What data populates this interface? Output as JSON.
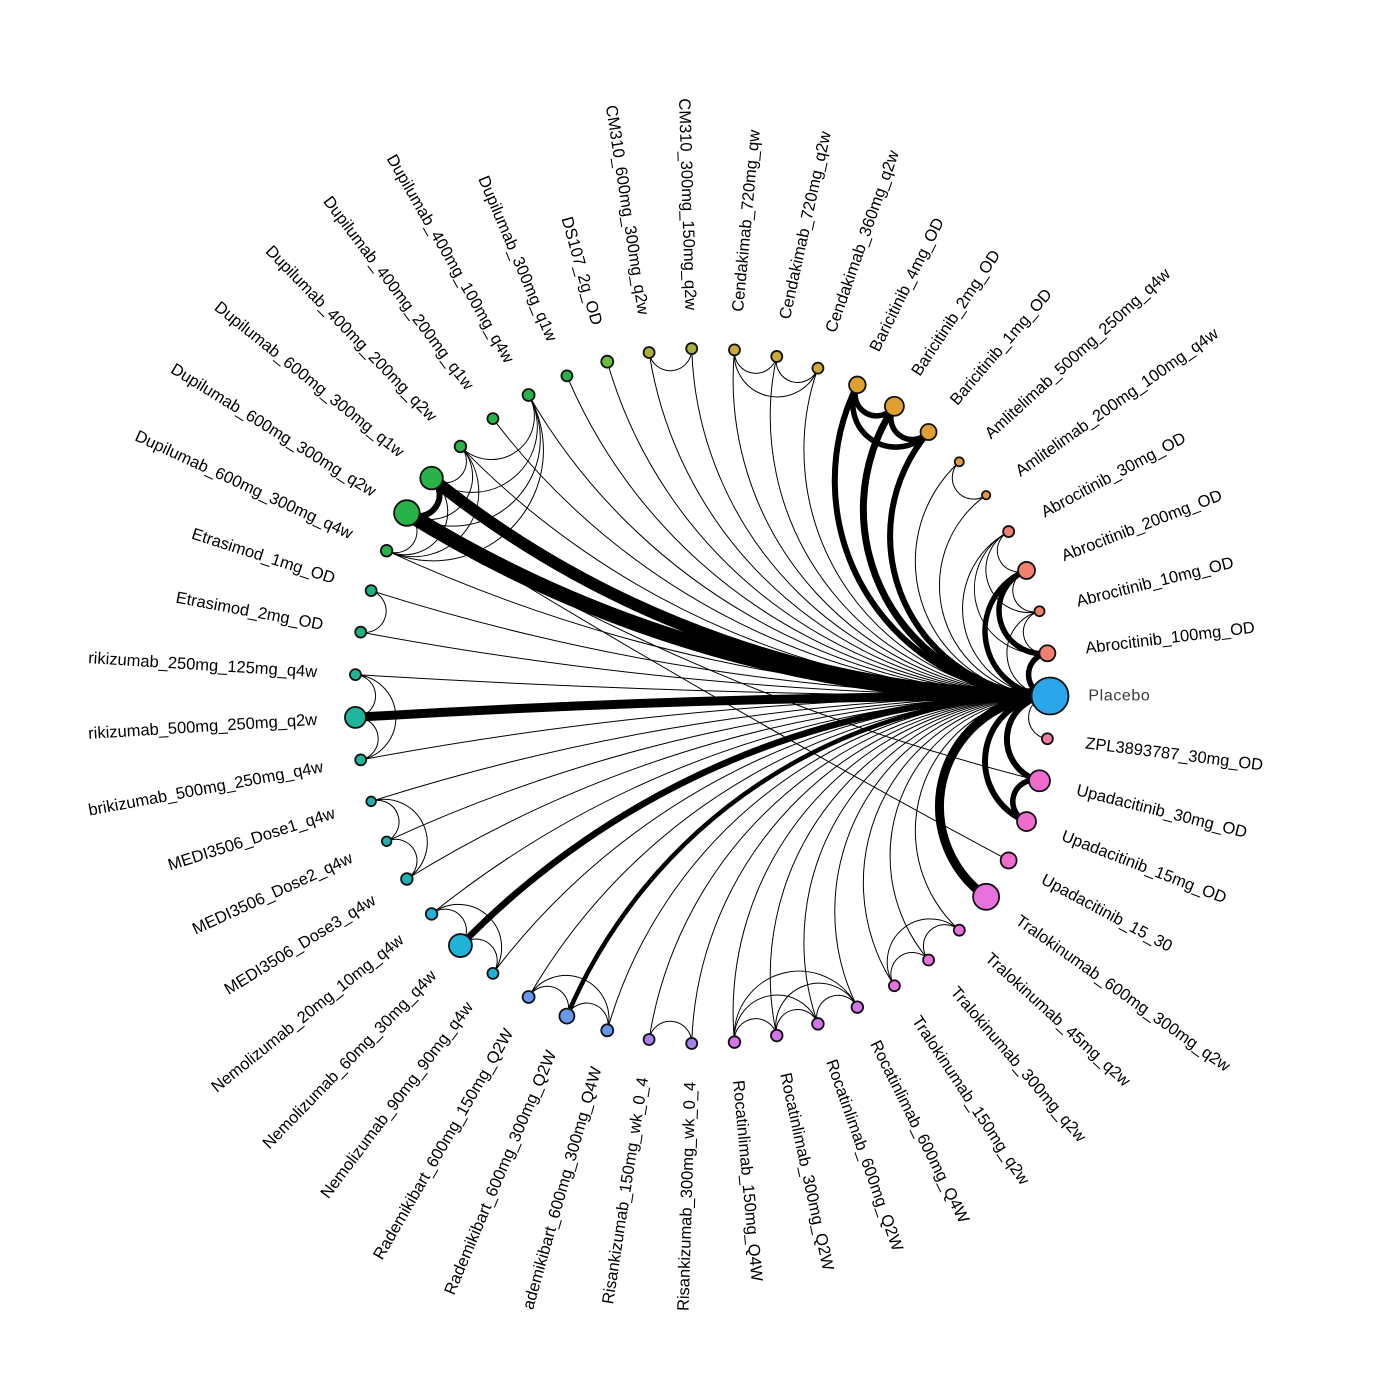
{
  "chart_data": {
    "type": "network",
    "title": "",
    "layout": {
      "shape": "circle",
      "center": [
        702.4,
        696
      ],
      "radius": 347.6,
      "label_radius": 386,
      "start_angle": 0,
      "clip": [
        88,
        88,
        1224,
        1224
      ]
    },
    "nodes": [
      {
        "id": "Placebo",
        "label": "Placebo",
        "color": "#2BA6EA",
        "size": 18.5,
        "reference": true
      },
      {
        "id": "Abrocitinib_100mg_OD",
        "label": "Abrocitinib_100mg_OD",
        "color": "#F2806E",
        "size": 8
      },
      {
        "id": "Abrocitinib_10mg_OD",
        "label": "Abrocitinib_10mg_OD",
        "color": "#F2806E",
        "size": 5
      },
      {
        "id": "Abrocitinib_200mg_OD",
        "label": "Abrocitinib_200mg_OD",
        "color": "#F2806E",
        "size": 8.5
      },
      {
        "id": "Abrocitinib_30mg_OD",
        "label": "Abrocitinib_30mg_OD",
        "color": "#F2806E",
        "size": 5.5
      },
      {
        "id": "Amlitelimab_200mg_100mg_q4w",
        "label": "Amlitelimab_200mg_100mg_q4w",
        "color": "#E39A45",
        "size": 4.2
      },
      {
        "id": "Amlitelimab_500mg_250mg_q4w",
        "label": "Amlitelimab_500mg_250mg_q4w",
        "color": "#E39A45",
        "size": 4.5
      },
      {
        "id": "Baricitinib_1mg_OD",
        "label": "Baricitinib_1mg_OD",
        "color": "#DFA030",
        "size": 8
      },
      {
        "id": "Baricitinib_2mg_OD",
        "label": "Baricitinib_2mg_OD",
        "color": "#DFA030",
        "size": 9.5
      },
      {
        "id": "Baricitinib_4mg_OD",
        "label": "Baricitinib_4mg_OD",
        "color": "#DFA030",
        "size": 8.3
      },
      {
        "id": "Cendakimab_360mg_q2w",
        "label": "Cendakimab_360mg_q2w",
        "color": "#CDA939",
        "size": 5.5
      },
      {
        "id": "Cendakimab_720mg_q2w",
        "label": "Cendakimab_720mg_q2w",
        "color": "#CDA939",
        "size": 5.5
      },
      {
        "id": "Cendakimab_720mg_qw",
        "label": "Cendakimab_720mg_qw",
        "color": "#CDA939",
        "size": 5.5
      },
      {
        "id": "CM310_300mg_150mg_q2w",
        "label": "CM310_300mg_150mg_q2w",
        "color": "#ABB03A",
        "size": 5.5
      },
      {
        "id": "CM310_600mg_300mg_q2w",
        "label": "CM310_600mg_300mg_q2w",
        "color": "#ABB03A",
        "size": 5.5
      },
      {
        "id": "DS107_2g_OD",
        "label": "DS107_2g_OD",
        "color": "#6BBE3A",
        "size": 6
      },
      {
        "id": "Dupilumab_300mg_q1w",
        "label": "Dupilumab_300mg_q1w",
        "color": "#27B24A",
        "size": 5.5
      },
      {
        "id": "Dupilumab_400mg_100mg_q4w",
        "label": "Dupilumab_400mg_100mg_q4w",
        "color": "#27B24A",
        "size": 6
      },
      {
        "id": "Dupilumab_400mg_200mg_q1w",
        "label": "Dupilumab_400mg_200mg_q1w",
        "color": "#27B24A",
        "size": 5.5
      },
      {
        "id": "Dupilumab_400mg_200mg_q2w",
        "label": "Dupilumab_400mg_200mg_q2w",
        "color": "#27B24A",
        "size": 5.8
      },
      {
        "id": "Dupilumab_600mg_300mg_q1w",
        "label": "Dupilumab_600mg_300mg_q1w",
        "color": "#27B24A",
        "size": 11.3
      },
      {
        "id": "Dupilumab_600mg_300mg_q2w",
        "label": "Dupilumab_600mg_300mg_q2w",
        "color": "#27B24A",
        "size": 12.8
      },
      {
        "id": "Dupilumab_600mg_300mg_q4w",
        "label": "Dupilumab_600mg_300mg_q4w",
        "color": "#27B24A",
        "size": 5.8
      },
      {
        "id": "Etrasimod_1mg_OD",
        "label": "Etrasimod_1mg_OD",
        "color": "#1FB27A",
        "size": 5.5
      },
      {
        "id": "Etrasimod_2mg_OD",
        "label": "Etrasimod_2mg_OD",
        "color": "#1FB27A",
        "size": 5.5
      },
      {
        "id": "Lebrikizumab_250mg_125mg_q4w",
        "label": "rikizumab_250mg_125mg_q4w",
        "color": "#1FB59A",
        "size": 5.5
      },
      {
        "id": "Lebrikizumab_500mg_250mg_q2w",
        "label": "rikizumab_500mg_250mg_q2w",
        "color": "#1FB59A",
        "size": 10.5
      },
      {
        "id": "Lebrikizumab_500mg_250mg_q4w",
        "label": "brikizumab_500mg_250mg_q4w",
        "color": "#1FB59A",
        "size": 5.5
      },
      {
        "id": "MEDI3506_Dose1_q4w",
        "label": "MEDI3506_Dose1_q4w",
        "color": "#1DB3B0",
        "size": 4.8
      },
      {
        "id": "MEDI3506_Dose2_q4w",
        "label": "MEDI3506_Dose2_q4w",
        "color": "#1DB3B0",
        "size": 4.8
      },
      {
        "id": "MEDI3506_Dose3_q4w",
        "label": "MEDI3506_Dose3_q4w",
        "color": "#1DB3B0",
        "size": 5.8
      },
      {
        "id": "Nemolizumab_20mg_10mg_q4w",
        "label": "Nemolizumab_20mg_10mg_q4w",
        "color": "#1FB3D8",
        "size": 5.8
      },
      {
        "id": "Nemolizumab_60mg_30mg_q4w",
        "label": "Nemolizumab_60mg_30mg_q4w",
        "color": "#1FB3D8",
        "size": 11.5
      },
      {
        "id": "Nemolizumab_90mg_90mg_q4w",
        "label": "Nemolizumab_90mg_90mg_q4w",
        "color": "#1FB3D8",
        "size": 5.5
      },
      {
        "id": "Rademikibart_600mg_150mg_Q2W",
        "label": "Rademikibart_600mg_150mg_Q2W",
        "color": "#6898EE",
        "size": 6
      },
      {
        "id": "Rademikibart_600mg_300mg_Q2W",
        "label": "Rademikibart_600mg_300mg_Q2W",
        "color": "#6898EE",
        "size": 7.5
      },
      {
        "id": "Rademikibart_600mg_300mg_Q4W",
        "label": "ademikibart_600mg_300mg_Q4W",
        "color": "#6898EE",
        "size": 6
      },
      {
        "id": "Risankizumab_150mg_wk_0_4",
        "label": "Risankizumab_150mg_wk_0_4",
        "color": "#A682EA",
        "size": 5.5
      },
      {
        "id": "Risankizumab_300mg_wk_0_4",
        "label": "Risankizumab_300mg_wk_0_4",
        "color": "#A682EA",
        "size": 5.5
      },
      {
        "id": "Rocatinlimab_150mg_Q4W",
        "label": "Rocatinlimab_150mg_Q4W",
        "color": "#D276EA",
        "size": 5.8
      },
      {
        "id": "Rocatinlimab_300mg_Q2W",
        "label": "Rocatinlimab_300mg_Q2W",
        "color": "#D276EA",
        "size": 5.8
      },
      {
        "id": "Rocatinlimab_600mg_Q2W",
        "label": "Rocatinlimab_600mg_Q2W",
        "color": "#D276EA",
        "size": 5.8
      },
      {
        "id": "Rocatinlimab_600mg_Q4W",
        "label": "Rocatinlimab_600mg_Q4W",
        "color": "#D276EA",
        "size": 5.8
      },
      {
        "id": "Tralokinumab_150mg_q2w",
        "label": "Tralokinumab_150mg_q2w",
        "color": "#E872DD",
        "size": 5.5
      },
      {
        "id": "Tralokinumab_300mg_q2w",
        "label": "Tralokinumab_300mg_q2w",
        "color": "#E872DD",
        "size": 5.5
      },
      {
        "id": "Tralokinumab_45mg_q2w",
        "label": "Tralokinumab_45mg_q2w",
        "color": "#E872DD",
        "size": 5.5
      },
      {
        "id": "Tralokinumab_600mg_300mg_q2w",
        "label": "Tralokinumab_600mg_300mg_q2w",
        "color": "#E872DD",
        "size": 13
      },
      {
        "id": "Upadacitinib_15_30",
        "label": "Upadacitinib_15_30",
        "color": "#F06CCC",
        "size": 8
      },
      {
        "id": "Upadacitinib_15mg_OD",
        "label": "Upadacitinib_15mg_OD",
        "color": "#F06CCC",
        "size": 9.5
      },
      {
        "id": "Upadacitinib_30mg_OD",
        "label": "Upadacitinib_30mg_OD",
        "color": "#F06CCC",
        "size": 10.5
      },
      {
        "id": "ZPL3893787_30mg_OD",
        "label": "ZPL3893787_30mg_OD",
        "color": "#F07AA4",
        "size": 5.5
      }
    ],
    "edges": [
      {
        "from": "Placebo",
        "to": "Abrocitinib_100mg_OD",
        "width": 5.5
      },
      {
        "from": "Placebo",
        "to": "Abrocitinib_10mg_OD",
        "width": 1
      },
      {
        "from": "Placebo",
        "to": "Abrocitinib_200mg_OD",
        "width": 5.5
      },
      {
        "from": "Placebo",
        "to": "Abrocitinib_30mg_OD",
        "width": 1
      },
      {
        "from": "Placebo",
        "to": "Amlitelimab_200mg_100mg_q4w",
        "width": 1
      },
      {
        "from": "Placebo",
        "to": "Amlitelimab_500mg_250mg_q4w",
        "width": 1
      },
      {
        "from": "Placebo",
        "to": "Baricitinib_1mg_OD",
        "width": 6
      },
      {
        "from": "Placebo",
        "to": "Baricitinib_2mg_OD",
        "width": 7
      },
      {
        "from": "Placebo",
        "to": "Baricitinib_4mg_OD",
        "width": 6
      },
      {
        "from": "Placebo",
        "to": "Cendakimab_360mg_q2w",
        "width": 1
      },
      {
        "from": "Placebo",
        "to": "Cendakimab_720mg_q2w",
        "width": 1
      },
      {
        "from": "Placebo",
        "to": "Cendakimab_720mg_qw",
        "width": 1
      },
      {
        "from": "Placebo",
        "to": "CM310_300mg_150mg_q2w",
        "width": 1
      },
      {
        "from": "Placebo",
        "to": "CM310_600mg_300mg_q2w",
        "width": 1
      },
      {
        "from": "Placebo",
        "to": "DS107_2g_OD",
        "width": 1
      },
      {
        "from": "Placebo",
        "to": "Dupilumab_300mg_q1w",
        "width": 1
      },
      {
        "from": "Placebo",
        "to": "Dupilumab_400mg_100mg_q4w",
        "width": 1
      },
      {
        "from": "Placebo",
        "to": "Dupilumab_400mg_200mg_q1w",
        "width": 1
      },
      {
        "from": "Placebo",
        "to": "Dupilumab_400mg_200mg_q2w",
        "width": 1
      },
      {
        "from": "Placebo",
        "to": "Dupilumab_600mg_300mg_q1w",
        "width": 12
      },
      {
        "from": "Placebo",
        "to": "Dupilumab_600mg_300mg_q2w",
        "width": 15
      },
      {
        "from": "Placebo",
        "to": "Dupilumab_600mg_300mg_q4w",
        "width": 1
      },
      {
        "from": "Placebo",
        "to": "Etrasimod_1mg_OD",
        "width": 1
      },
      {
        "from": "Placebo",
        "to": "Etrasimod_2mg_OD",
        "width": 1
      },
      {
        "from": "Placebo",
        "to": "Lebrikizumab_250mg_125mg_q4w",
        "width": 1
      },
      {
        "from": "Placebo",
        "to": "Lebrikizumab_500mg_250mg_q2w",
        "width": 9
      },
      {
        "from": "Placebo",
        "to": "Lebrikizumab_500mg_250mg_q4w",
        "width": 1
      },
      {
        "from": "Placebo",
        "to": "MEDI3506_Dose1_q4w",
        "width": 1
      },
      {
        "from": "Placebo",
        "to": "MEDI3506_Dose2_q4w",
        "width": 1
      },
      {
        "from": "Placebo",
        "to": "MEDI3506_Dose3_q4w",
        "width": 1
      },
      {
        "from": "Placebo",
        "to": "Nemolizumab_20mg_10mg_q4w",
        "width": 1
      },
      {
        "from": "Placebo",
        "to": "Nemolizumab_60mg_30mg_q4w",
        "width": 6.5
      },
      {
        "from": "Placebo",
        "to": "Nemolizumab_90mg_90mg_q4w",
        "width": 1
      },
      {
        "from": "Placebo",
        "to": "Rademikibart_600mg_150mg_Q2W",
        "width": 1
      },
      {
        "from": "Placebo",
        "to": "Rademikibart_600mg_300mg_Q2W",
        "width": 4.5
      },
      {
        "from": "Placebo",
        "to": "Rademikibart_600mg_300mg_Q4W",
        "width": 1
      },
      {
        "from": "Placebo",
        "to": "Risankizumab_150mg_wk_0_4",
        "width": 1
      },
      {
        "from": "Placebo",
        "to": "Risankizumab_300mg_wk_0_4",
        "width": 1
      },
      {
        "from": "Placebo",
        "to": "Rocatinlimab_150mg_Q4W",
        "width": 1
      },
      {
        "from": "Placebo",
        "to": "Rocatinlimab_300mg_Q2W",
        "width": 1
      },
      {
        "from": "Placebo",
        "to": "Rocatinlimab_600mg_Q2W",
        "width": 1
      },
      {
        "from": "Placebo",
        "to": "Rocatinlimab_600mg_Q4W",
        "width": 1
      },
      {
        "from": "Placebo",
        "to": "Tralokinumab_150mg_q2w",
        "width": 1
      },
      {
        "from": "Placebo",
        "to": "Tralokinumab_300mg_q2w",
        "width": 1
      },
      {
        "from": "Placebo",
        "to": "Tralokinumab_45mg_q2w",
        "width": 1
      },
      {
        "from": "Placebo",
        "to": "Tralokinumab_600mg_300mg_q2w",
        "width": 9
      },
      {
        "from": "Placebo",
        "to": "Upadacitinib_15mg_OD",
        "width": 6
      },
      {
        "from": "Placebo",
        "to": "Upadacitinib_30mg_OD",
        "width": 6
      },
      {
        "from": "Placebo",
        "to": "ZPL3893787_30mg_OD",
        "width": 1
      },
      {
        "from": "Abrocitinib_100mg_OD",
        "to": "Abrocitinib_200mg_OD",
        "width": 5.5
      },
      {
        "from": "Abrocitinib_100mg_OD",
        "to": "Abrocitinib_10mg_OD",
        "width": 1
      },
      {
        "from": "Abrocitinib_100mg_OD",
        "to": "Abrocitinib_30mg_OD",
        "width": 1
      },
      {
        "from": "Abrocitinib_10mg_OD",
        "to": "Abrocitinib_200mg_OD",
        "width": 1
      },
      {
        "from": "Abrocitinib_10mg_OD",
        "to": "Abrocitinib_30mg_OD",
        "width": 1
      },
      {
        "from": "Abrocitinib_200mg_OD",
        "to": "Abrocitinib_30mg_OD",
        "width": 1
      },
      {
        "from": "Amlitelimab_200mg_100mg_q4w",
        "to": "Amlitelimab_500mg_250mg_q4w",
        "width": 1
      },
      {
        "from": "Baricitinib_1mg_OD",
        "to": "Baricitinib_2mg_OD",
        "width": 5.5
      },
      {
        "from": "Baricitinib_1mg_OD",
        "to": "Baricitinib_4mg_OD",
        "width": 5.5
      },
      {
        "from": "Baricitinib_2mg_OD",
        "to": "Baricitinib_4mg_OD",
        "width": 5.5
      },
      {
        "from": "Cendakimab_360mg_q2w",
        "to": "Cendakimab_720mg_q2w",
        "width": 1
      },
      {
        "from": "Cendakimab_360mg_q2w",
        "to": "Cendakimab_720mg_qw",
        "width": 1
      },
      {
        "from": "Cendakimab_720mg_q2w",
        "to": "Cendakimab_720mg_qw",
        "width": 1
      },
      {
        "from": "CM310_300mg_150mg_q2w",
        "to": "CM310_600mg_300mg_q2w",
        "width": 1
      },
      {
        "from": "Dupilumab_400mg_100mg_q4w",
        "to": "Dupilumab_400mg_200mg_q2w",
        "width": 1
      },
      {
        "from": "Dupilumab_400mg_100mg_q4w",
        "to": "Dupilumab_600mg_300mg_q1w",
        "width": 1
      },
      {
        "from": "Dupilumab_400mg_100mg_q4w",
        "to": "Dupilumab_600mg_300mg_q2w",
        "width": 1
      },
      {
        "from": "Dupilumab_400mg_100mg_q4w",
        "to": "Dupilumab_600mg_300mg_q4w",
        "width": 1
      },
      {
        "from": "Dupilumab_400mg_200mg_q2w",
        "to": "Dupilumab_600mg_300mg_q1w",
        "width": 1
      },
      {
        "from": "Dupilumab_400mg_200mg_q2w",
        "to": "Dupilumab_600mg_300mg_q2w",
        "width": 1
      },
      {
        "from": "Dupilumab_400mg_200mg_q2w",
        "to": "Dupilumab_600mg_300mg_q4w",
        "width": 1
      },
      {
        "from": "Dupilumab_600mg_300mg_q1w",
        "to": "Dupilumab_600mg_300mg_q2w",
        "width": 6
      },
      {
        "from": "Dupilumab_600mg_300mg_q1w",
        "to": "Dupilumab_600mg_300mg_q4w",
        "width": 1
      },
      {
        "from": "Dupilumab_600mg_300mg_q2w",
        "to": "Dupilumab_600mg_300mg_q4w",
        "width": 1
      },
      {
        "from": "Etrasimod_1mg_OD",
        "to": "Etrasimod_2mg_OD",
        "width": 1
      },
      {
        "from": "Lebrikizumab_250mg_125mg_q4w",
        "to": "Lebrikizumab_500mg_250mg_q2w",
        "width": 1
      },
      {
        "from": "Lebrikizumab_250mg_125mg_q4w",
        "to": "Lebrikizumab_500mg_250mg_q4w",
        "width": 1
      },
      {
        "from": "Lebrikizumab_500mg_250mg_q2w",
        "to": "Lebrikizumab_500mg_250mg_q4w",
        "width": 1
      },
      {
        "from": "MEDI3506_Dose1_q4w",
        "to": "MEDI3506_Dose2_q4w",
        "width": 1
      },
      {
        "from": "MEDI3506_Dose1_q4w",
        "to": "MEDI3506_Dose3_q4w",
        "width": 1
      },
      {
        "from": "MEDI3506_Dose2_q4w",
        "to": "MEDI3506_Dose3_q4w",
        "width": 1
      },
      {
        "from": "Nemolizumab_20mg_10mg_q4w",
        "to": "Nemolizumab_60mg_30mg_q4w",
        "width": 1
      },
      {
        "from": "Nemolizumab_20mg_10mg_q4w",
        "to": "Nemolizumab_90mg_90mg_q4w",
        "width": 1
      },
      {
        "from": "Nemolizumab_60mg_30mg_q4w",
        "to": "Nemolizumab_90mg_90mg_q4w",
        "width": 1
      },
      {
        "from": "Rademikibart_600mg_150mg_Q2W",
        "to": "Rademikibart_600mg_300mg_Q2W",
        "width": 1
      },
      {
        "from": "Rademikibart_600mg_150mg_Q2W",
        "to": "Rademikibart_600mg_300mg_Q4W",
        "width": 1
      },
      {
        "from": "Rademikibart_600mg_300mg_Q2W",
        "to": "Rademikibart_600mg_300mg_Q4W",
        "width": 1
      },
      {
        "from": "Risankizumab_150mg_wk_0_4",
        "to": "Risankizumab_300mg_wk_0_4",
        "width": 1
      },
      {
        "from": "Rocatinlimab_150mg_Q4W",
        "to": "Rocatinlimab_300mg_Q2W",
        "width": 1
      },
      {
        "from": "Rocatinlimab_150mg_Q4W",
        "to": "Rocatinlimab_600mg_Q2W",
        "width": 1
      },
      {
        "from": "Rocatinlimab_150mg_Q4W",
        "to": "Rocatinlimab_600mg_Q4W",
        "width": 1
      },
      {
        "from": "Rocatinlimab_300mg_Q2W",
        "to": "Rocatinlimab_600mg_Q2W",
        "width": 1
      },
      {
        "from": "Rocatinlimab_300mg_Q2W",
        "to": "Rocatinlimab_600mg_Q4W",
        "width": 1
      },
      {
        "from": "Rocatinlimab_600mg_Q2W",
        "to": "Rocatinlimab_600mg_Q4W",
        "width": 1
      },
      {
        "from": "Tralokinumab_150mg_q2w",
        "to": "Tralokinumab_300mg_q2w",
        "width": 1
      },
      {
        "from": "Tralokinumab_150mg_q2w",
        "to": "Tralokinumab_45mg_q2w",
        "width": 1
      },
      {
        "from": "Tralokinumab_300mg_q2w",
        "to": "Tralokinumab_45mg_q2w",
        "width": 1
      },
      {
        "from": "Upadacitinib_15mg_OD",
        "to": "Upadacitinib_30mg_OD",
        "width": 5.5
      },
      {
        "from": "Upadacitinib_30mg_OD",
        "to": "Dupilumab_600mg_300mg_q2w",
        "width": 1
      },
      {
        "from": "Upadacitinib_15_30",
        "to": "Dupilumab_600mg_300mg_q2w",
        "width": 1
      }
    ]
  }
}
